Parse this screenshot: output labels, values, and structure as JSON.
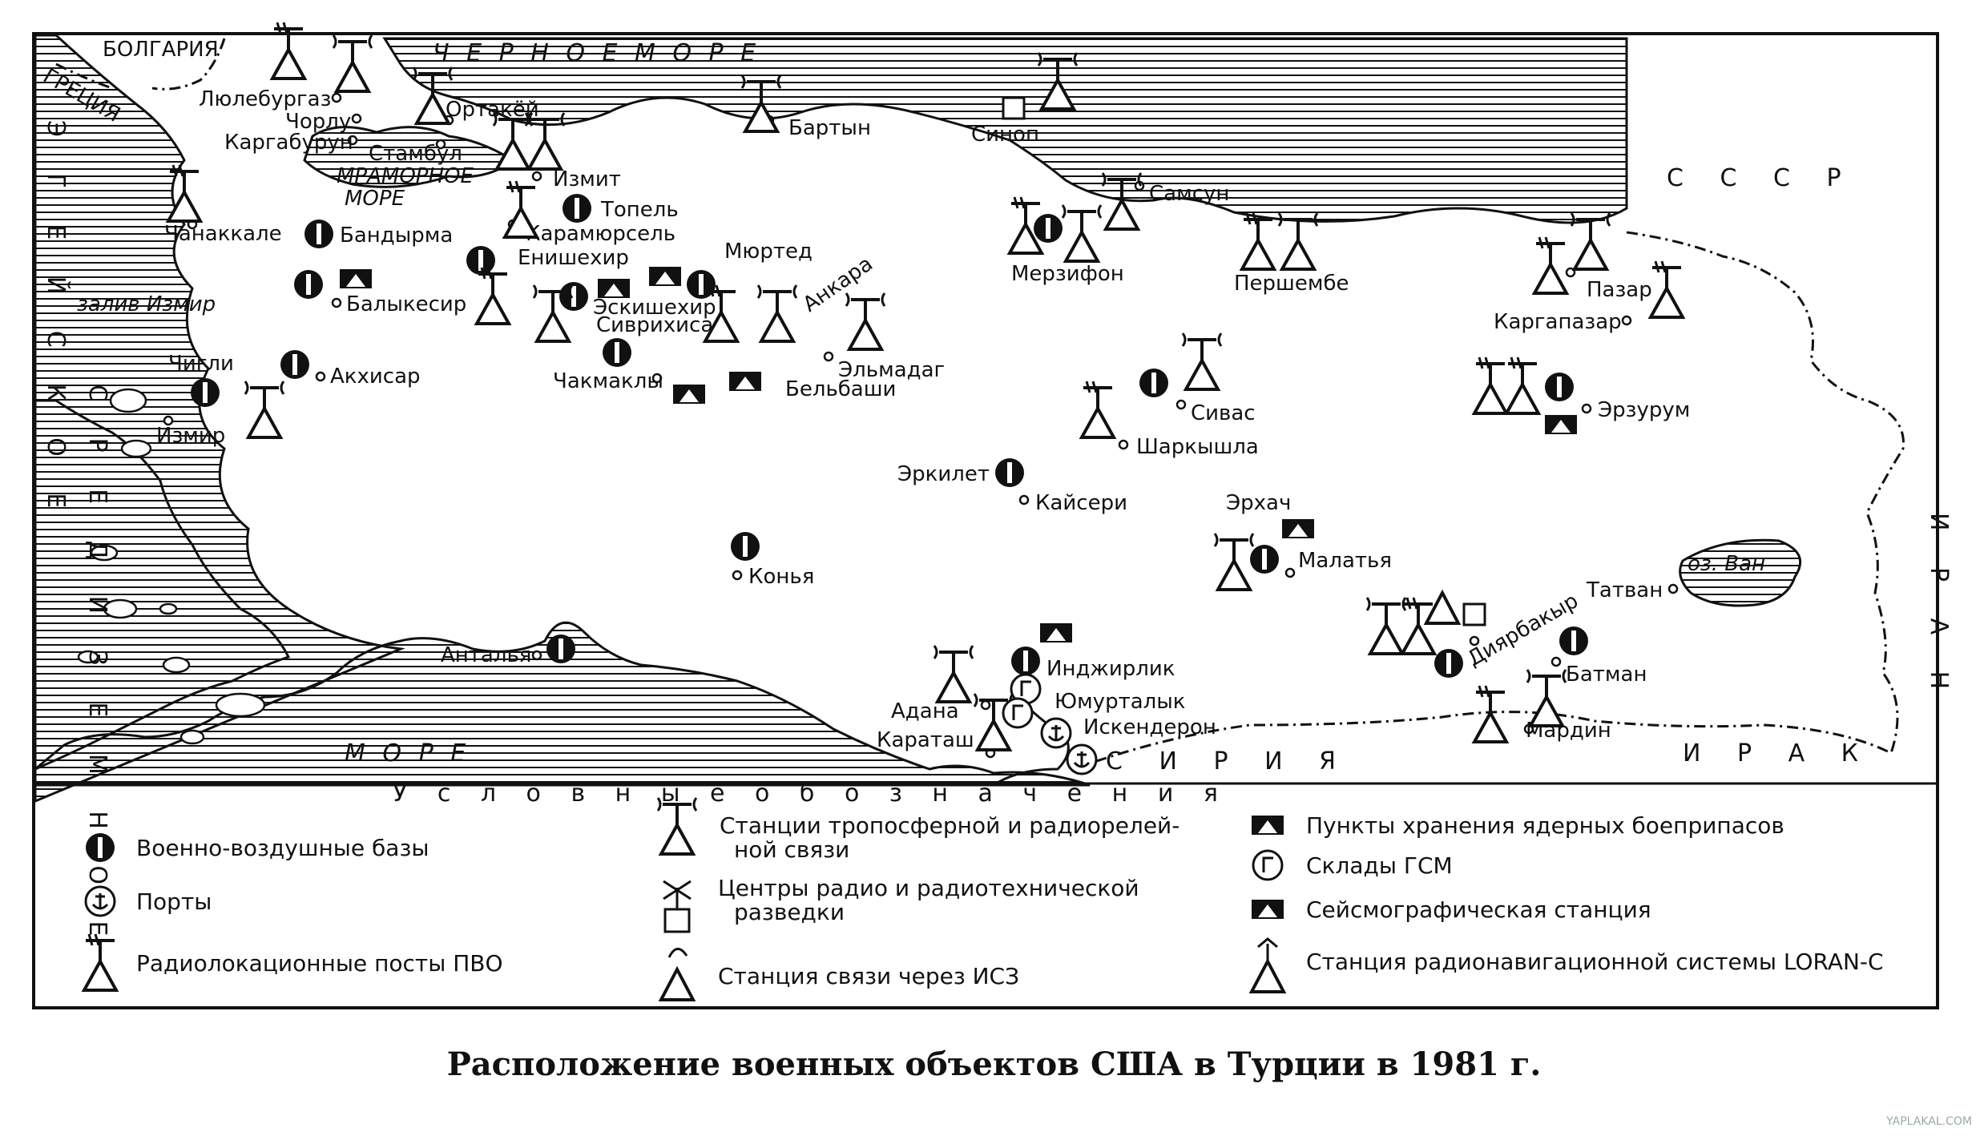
{
  "caption": "Расположение военных объектов США в Турции в 1981 г.",
  "watermark": "YAPLAKAL.COM",
  "sea_labels": {
    "black_sea": "Ч Е Р Н О Е   М О Р Е",
    "marmara": "МРАМОРНОЕ",
    "marmara2": "МОРЕ",
    "aegean": "Э Г Е Й С К О Е",
    "mediterranean": "С Р Е Д И З Е М Н О Е",
    "med_bottom": "М О Р Е",
    "izmir_gulf": "залив Измир",
    "van_lake": "оз. Ван"
  },
  "country_labels": {
    "greece": "ГРЕЦИЯ",
    "bulgaria": "БОЛГАРИЯ",
    "ussr": "С С С Р",
    "iran": "И Р А Н",
    "iraq": "И Р А К",
    "syria": "С И Р И Я"
  },
  "places": [
    "Люлебургаз",
    "Чорлу",
    "Каргабурун",
    "Стамбул",
    "Ортакёй",
    "Измит",
    "Топель",
    "Чанаккале",
    "Бандырма",
    "Карамюрсель",
    "Енишехир",
    "Мюртед",
    "Балыкесир",
    "Эскишехир",
    "Сиврихисар",
    "Анкара",
    "Эльмадаг",
    "Бельбаши",
    "Чакмаклы",
    "Чигли",
    "Акхисар",
    "Измир",
    "Бартын",
    "Синоп",
    "Самсун",
    "Мерзифон",
    "Першембе",
    "Пазар",
    "Каргапазар",
    "Сивас",
    "Шаркышла",
    "Эрзурум",
    "Эркилет",
    "Кайсери",
    "Эрхач",
    "Малатья",
    "Конья",
    "Анталья",
    "Инджирлик",
    "Юмурталык",
    "Адана",
    "Искендерон",
    "Караташ",
    "Диярбакыр",
    "Татван",
    "Батман",
    "Мардин"
  ],
  "legend": {
    "title": "У с л о в н ы е   о б о з н а ч е н и я",
    "items": [
      {
        "icon": "airbase-icon",
        "label": "Военно-воздушные базы"
      },
      {
        "icon": "port-icon",
        "label": "Порты"
      },
      {
        "icon": "radar-post-icon",
        "label": "Радиолокационные посты ПВО"
      },
      {
        "icon": "tropo-station-icon",
        "label": "Станции тропосферной и радиорелей-",
        "label2": "ной связи"
      },
      {
        "icon": "radio-intel-icon",
        "label": "Центры радио и радиотехнической",
        "label2": "разведки"
      },
      {
        "icon": "satcom-icon",
        "label": "Станция связи через ИСЗ"
      },
      {
        "icon": "nuclear-storage-icon",
        "label": "Пункты хранения ядерных боеприпасов"
      },
      {
        "icon": "fuel-depot-icon",
        "label": "Склады ГСМ"
      },
      {
        "icon": "seismic-icon",
        "label": "Сейсмографическая станция"
      },
      {
        "icon": "loran-icon",
        "label": "Станция радионавигационной системы LORAN-C"
      }
    ]
  },
  "colors": {
    "ink": "#111111",
    "paper": "#ffffff"
  }
}
